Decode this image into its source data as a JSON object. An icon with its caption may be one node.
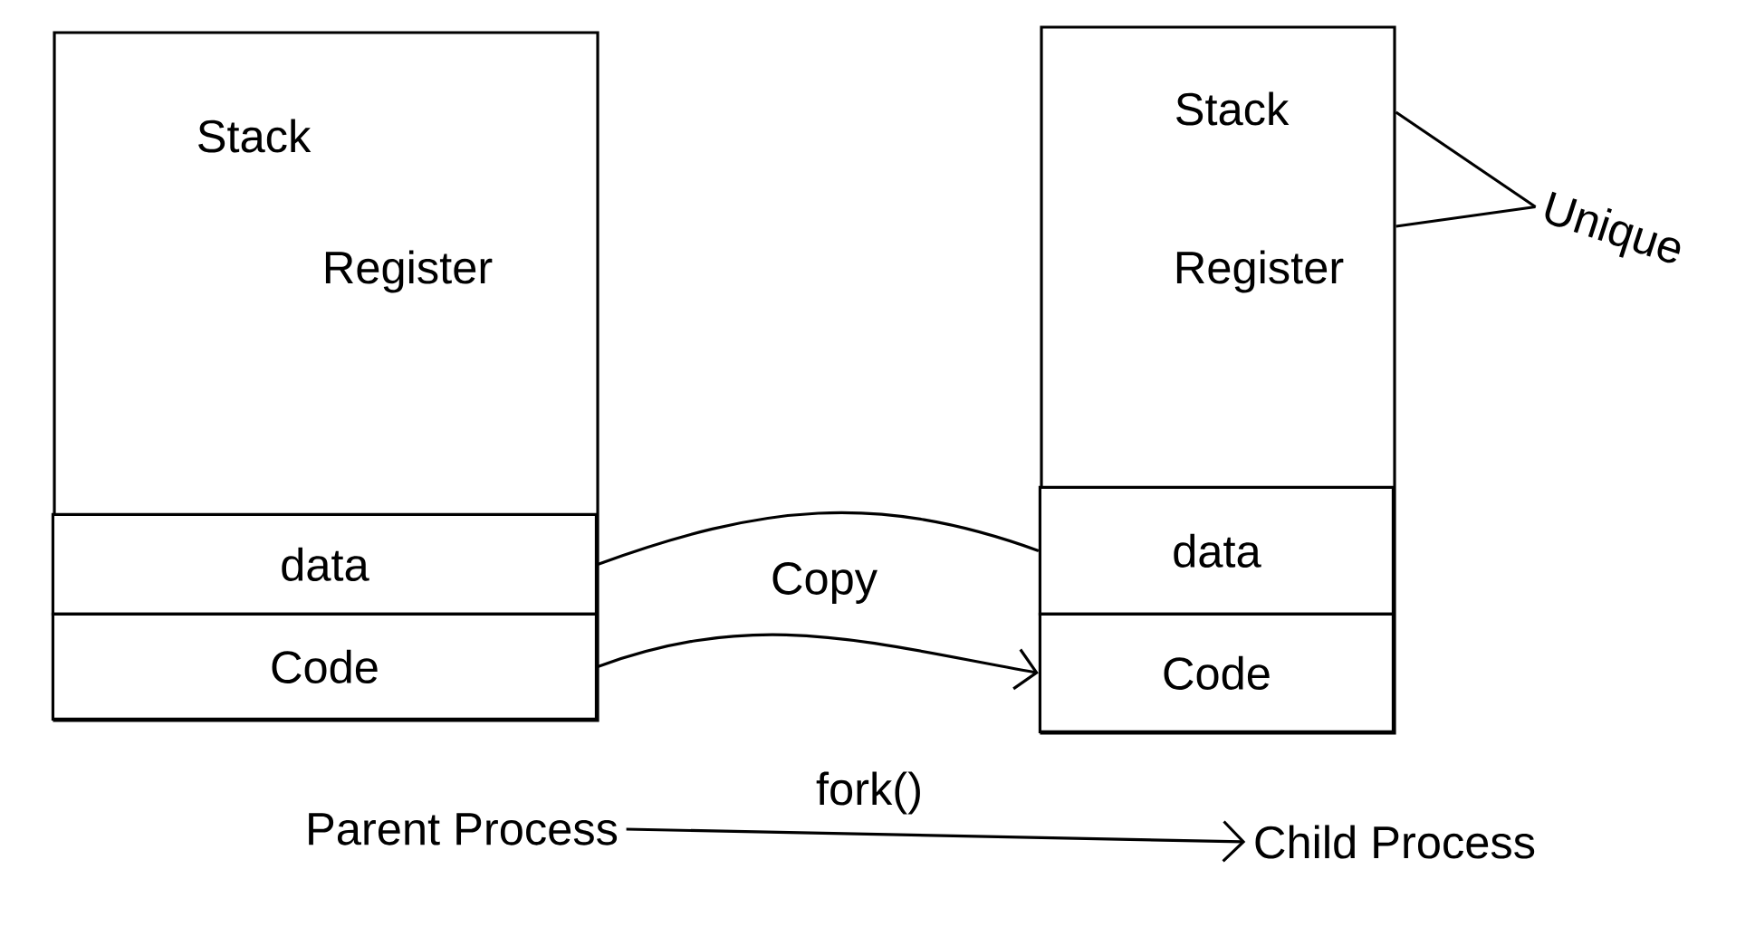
{
  "diagram": {
    "nodes": [
      {
        "text": [
          "Stack",
          "Register"
        ]
      },
      {
        "text": [
          "data"
        ],
        "in": 0
      },
      {
        "text": [
          "Code"
        ],
        "in": 0
      },
      {
        "text": [
          "Stack",
          "Register"
        ]
      },
      {
        "text": [
          "data"
        ],
        "in": 3
      },
      {
        "text": [
          "Code"
        ],
        "in": 3
      },
      {
        "text": [
          "Parent Process"
        ]
      },
      {
        "text": [
          "Child Process"
        ]
      },
      {
        "text": [
          "Unique"
        ]
      }
    ],
    "edges": [
      {
        "from": 1,
        "to": 4,
        "arrow": "none",
        "label": "Copy"
      },
      {
        "from": 2,
        "to": 5,
        "arrow": "to"
      },
      {
        "from": 6,
        "to": 7,
        "arrow": "to",
        "label": "fork()"
      },
      {
        "from": 8,
        "to": 3,
        "arrow": "none"
      },
      {
        "from": 8,
        "to": 3,
        "arrow": "none"
      }
    ]
  }
}
